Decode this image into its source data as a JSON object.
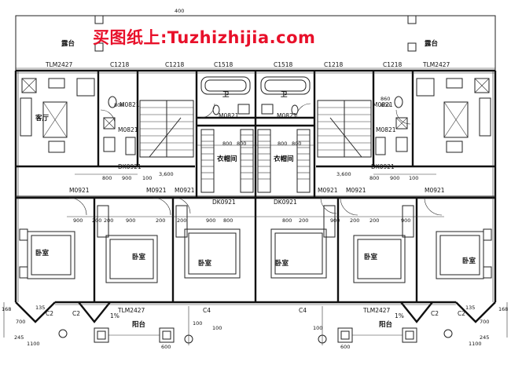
{
  "watermark": "买图纸上:Tuzhizhijia.com",
  "rooms": {
    "terrace_left": "露台",
    "terrace_right": "露台",
    "living": "客厅",
    "bath_left": "卫",
    "bath_right": "卫",
    "closet_left": "衣帽间",
    "closet_right": "衣帽间",
    "bed1": "卧室",
    "bed2": "卧室",
    "bed3": "卧室",
    "bed4": "卧室",
    "bed5": "卧室",
    "bed6": "卧室",
    "balcony_left": "阳台",
    "balcony_right": "阳台"
  },
  "labels": {
    "tlm_tl": "TLM2427",
    "tlm_tr": "TLM2427",
    "tlm_bl": "TLM2427",
    "tlm_br": "TLM2427",
    "c1218_1": "C1218",
    "c1218_2": "C1218",
    "c1518_1": "C1518",
    "c1518_2": "C1518",
    "c1218_3": "C1218",
    "c1218_4": "C1218",
    "m0821_1": "M0821",
    "m0821_2": "M0821",
    "m0821_3": "M0821",
    "m0821_4": "M0821",
    "m0821_5": "M0821",
    "m0821_6": "M0821",
    "dk_1": "DK0921",
    "dk_2": "DK0921",
    "dk_3": "DK0921",
    "dk_4": "DK0921",
    "m0921_1": "M0921",
    "m0921_2": "M0921",
    "m0921_3": "M0921",
    "m0921_4": "M0921",
    "m0921_5": "M0921",
    "m0921_6": "M0921",
    "c4_1": "C4",
    "c4_2": "C4",
    "c2_1": "C2",
    "c2_2": "C2",
    "c2_3": "C2",
    "c2_4": "C2",
    "pct_1": "1%",
    "pct_2": "1%",
    "d3600_1": "3,600",
    "d3600_2": "3,600",
    "d400": "400",
    "d800_top_l": "800",
    "d800_top_r": "800",
    "d860": "860",
    "d600_l": "600",
    "d600_r": "600",
    "d100": "100",
    "d245_l": "245",
    "d245_r": "245",
    "d700_l": "700",
    "d700_r": "700",
    "d1100_l": "1100",
    "d1100_r": "1100",
    "d135_l": "135",
    "d135_r": "135",
    "d168_l": "168",
    "d168_r": "168",
    "d900": "900",
    "d200": "200",
    "d80": "800",
    "d1001": "100",
    "d1002": "100"
  },
  "dims_row1": [
    "800",
    "900",
    "100",
    "800",
    "900",
    "100"
  ],
  "dims_row2": [
    "900",
    "200",
    "200",
    "900",
    "200",
    "200",
    "900",
    "800",
    "800",
    "200",
    "900",
    "200",
    "200",
    "900"
  ],
  "dims_closet": [
    "800",
    "800",
    "800",
    "800"
  ]
}
